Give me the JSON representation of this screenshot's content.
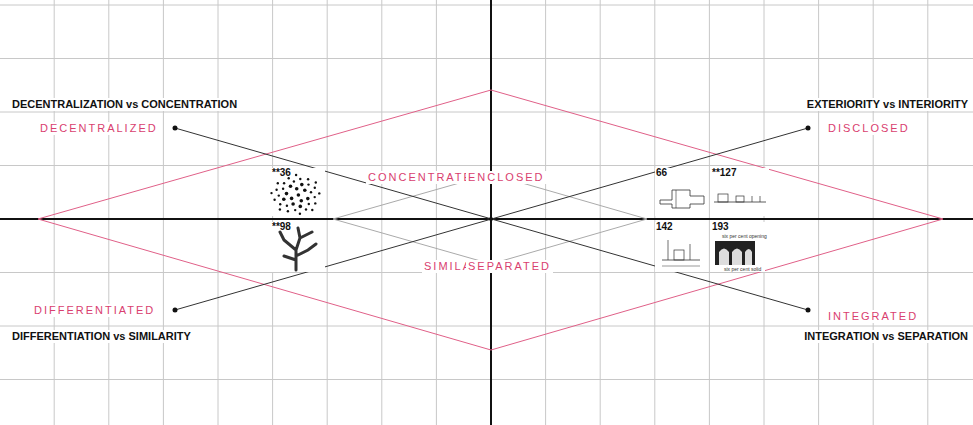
{
  "diagram": {
    "labels": [
      "DECENTRALIZATION vs CONCENTRATION",
      "EXTERIORITY vs INTERIORITY",
      "DIFFERENTIATION vs SIMILARITY",
      "INTEGRATION vs SEPARATION",
      "DECENTRALIZED",
      "DISCLOSED",
      "DIFFERENTIATED",
      "INTEGRATED",
      "CONCENTRATED",
      "ENCLOSED",
      "SIMILAR",
      "SEPARATED",
      "**36",
      "**98",
      "66",
      "**127",
      "142",
      "193",
      "six per cent opening",
      "six per cent solid"
    ]
  }
}
